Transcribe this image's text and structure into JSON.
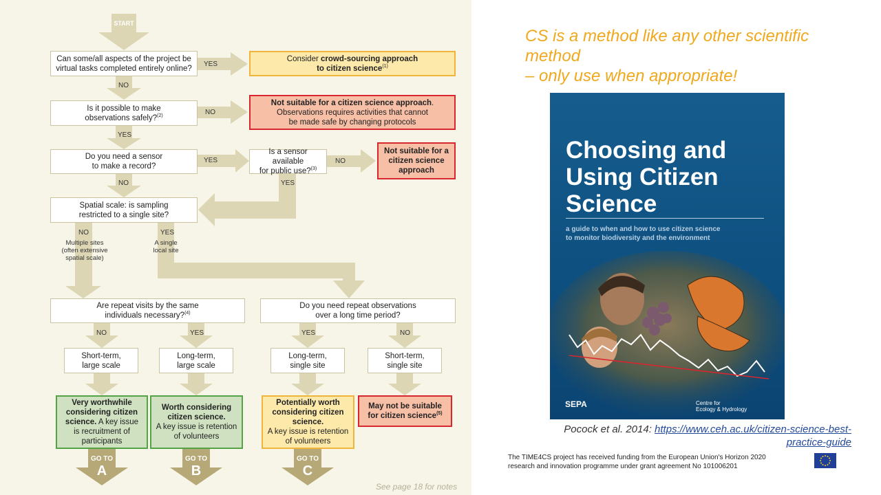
{
  "flowchart": {
    "start": "START",
    "q1": {
      "line1": "Can some/all aspects of the project be",
      "line2": "virtual tasks completed entirely online?"
    },
    "crowd": {
      "pre": "Consider ",
      "bold": "crowd-sourcing approach",
      "line2": "to citizen science",
      "note": "(1)"
    },
    "q2": {
      "line1": "Is it possible to make",
      "line2": "observations safely?",
      "note": "(2)"
    },
    "unsafe": {
      "bold": "Not suitable for a citizen science approach",
      "tail": ".",
      "line2": "Observations requires activities that cannot",
      "line3": "be made safe by changing protocols"
    },
    "q3": {
      "line1": "Do you need a sensor",
      "line2": "to make a record?"
    },
    "q3b": {
      "line1": "Is a sensor available",
      "line2": "for public use?",
      "note": "(3)"
    },
    "nosensor": {
      "line1": "Not suitable for a",
      "line2": "citizen science",
      "line3": "approach"
    },
    "q4": {
      "line1": "Spatial scale: is sampling",
      "line2": "restricted to a single site?"
    },
    "multi": {
      "line1": "Multiple sites",
      "line2": "(often extensive",
      "line3": "spatial scale)"
    },
    "single": {
      "line1": "A single",
      "line2": "local site"
    },
    "q5": {
      "line1": "Are repeat visits by the same",
      "line2": "individuals necessary?",
      "note": "(4)"
    },
    "q6": {
      "line1": "Do you need repeat observations",
      "line2": "over a long time period?"
    },
    "st_large": {
      "line1": "Short-term,",
      "line2": "large scale"
    },
    "lt_large": {
      "line1": "Long-term,",
      "line2": "large scale"
    },
    "lt_single": {
      "line1": "Long-term,",
      "line2": "single site"
    },
    "st_single": {
      "line1": "Short-term,",
      "line2": "single site"
    },
    "outA": {
      "bold1": "Very worthwhile",
      "bold2": "considering citizen",
      "bold3": "science.",
      "rest1": " A key issue",
      "rest2": "is recruitment of",
      "rest3": "participants"
    },
    "outB": {
      "bold1": "Worth considering",
      "bold2": "citizen science.",
      "rest1": "A key issue is retention",
      "rest2": "of volunteers"
    },
    "outC": {
      "bold1": "Potentially worth",
      "bold2": "considering citizen",
      "bold3": "science.",
      "rest1": "A key issue is retention",
      "rest2": "of volunteers"
    },
    "outD": {
      "line1": "May not be suitable",
      "line2": "for citizen science",
      "note": "(5)"
    },
    "labels": {
      "yes": "YES",
      "no": "NO"
    },
    "goto": "GO TO",
    "letters": [
      "A",
      "B",
      "C"
    ],
    "notes": "See page 18 for notes"
  },
  "headline": {
    "line1": "CS is a method like any other scientific",
    "line2": "method",
    "line3": "– only use when appropriate!"
  },
  "cover": {
    "title_line1": "Choosing and",
    "title_line2": "Using Citizen",
    "title_line3": "Science",
    "subtitle_line1": "a guide to when and how to use citizen science",
    "subtitle_line2": "to monitor biodiversity and the environment",
    "logo_left": "SEPA",
    "logo_right_line1": "Centre for",
    "logo_right_line2": "Ecology & Hydrology"
  },
  "citation": {
    "text": "Pocock et al. 2014: ",
    "link_line1": "https://www.ceh.ac.uk/citizen-science-best-",
    "link_line2": "practice-guide"
  },
  "funding": {
    "line1": "The TIME4CS project has received funding from the European Union's Horizon 2020",
    "line2": "research and innovation programme under grant agreement No 101006201"
  },
  "colors": {
    "arrow": "#dcd6b4",
    "goto_arrow": "#b7a877",
    "headline": "#f0a81c",
    "cover_bg": "#0d4f7f",
    "green_border": "#53a244",
    "red_border": "#d8262f",
    "yellow_border": "#f0b43a"
  }
}
